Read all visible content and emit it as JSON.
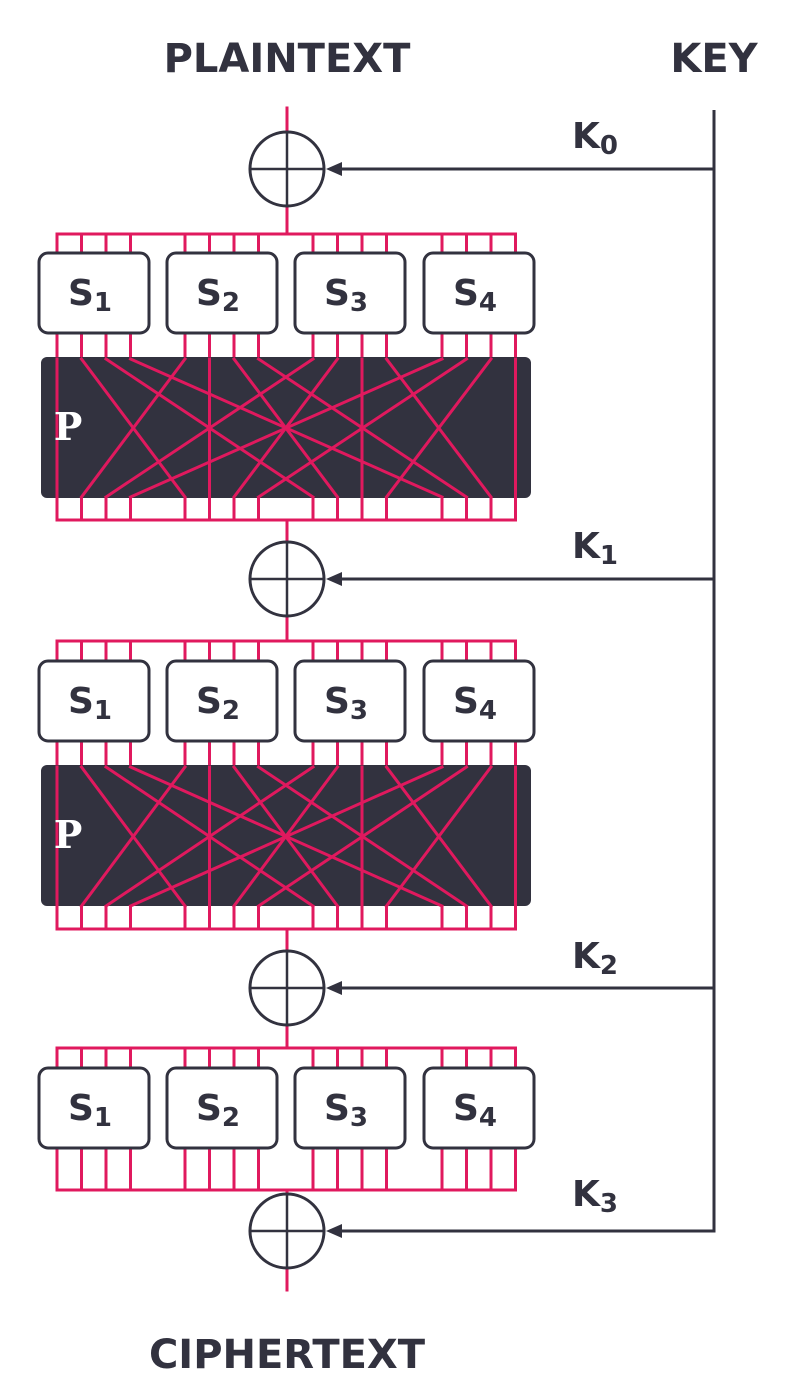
{
  "title_plaintext": "PLAINTEXT",
  "title_key": "KEY",
  "title_ciphertext": "CIPHERTEXT",
  "round_keys": [
    {
      "letter": "K",
      "index": "0"
    },
    {
      "letter": "K",
      "index": "1"
    },
    {
      "letter": "K",
      "index": "2"
    },
    {
      "letter": "K",
      "index": "3"
    }
  ],
  "sboxes": [
    {
      "letter": "S",
      "index": "1"
    },
    {
      "letter": "S",
      "index": "2"
    },
    {
      "letter": "S",
      "index": "3"
    },
    {
      "letter": "S",
      "index": "4"
    }
  ],
  "permutation_label": "P",
  "permutation": [
    0,
    4,
    8,
    12,
    1,
    5,
    9,
    13,
    2,
    6,
    10,
    14,
    3,
    7,
    11,
    15
  ],
  "colors": {
    "wire": "#e0195e",
    "dark": "#32323f",
    "background": "#ffffff"
  }
}
